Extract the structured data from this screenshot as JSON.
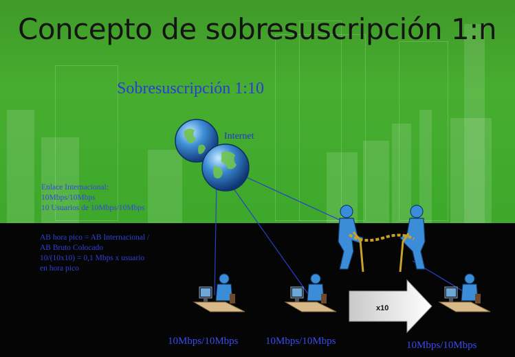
{
  "slide": {
    "title": "Concepto de sobresuscripción 1:n",
    "subtitle": "Sobresuscripción 1:10",
    "internet_label": "Internet",
    "enlace": {
      "line1": "Enlace Internacional:",
      "line2": "10Mbps/10Mbps",
      "line3": "10 Usuarios de 10Mbps/10Mbps"
    },
    "ab": {
      "line1": "AB hora pico = AB Internacional /",
      "line2": "AB Bruto Colocado",
      "line3": "10/(10x10) = 0,1 Mbps x usuario",
      "line4": "en hora pico"
    },
    "arrow_label": "x10",
    "bandwidth_labels": [
      "10Mbps/10Mbps",
      "10Mbps/10Mbps",
      "10Mbps/10Mbps"
    ],
    "icons": [
      "globe-icon",
      "globe-icon",
      "tug-of-war-icon",
      "computer-user-icon",
      "computer-user-icon",
      "computer-user-icon",
      "arrow-icon"
    ]
  },
  "colors": {
    "green": "#47ad2f",
    "dark": "#050505",
    "text_blue": "#3546e0",
    "globe_blue": "#2a78c6",
    "globe_green": "#5fae3a",
    "person_blue": "#3c8dd8"
  }
}
